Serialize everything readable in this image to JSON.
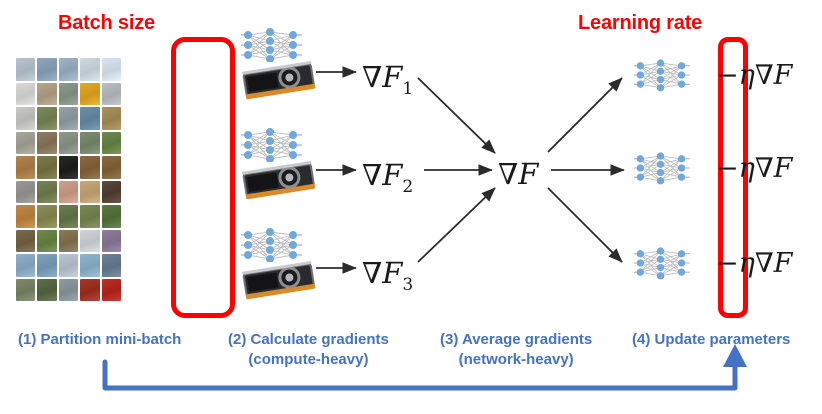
{
  "titles": {
    "batch_size": "Batch size",
    "learning_rate": "Learning rate",
    "color": "#FF0000"
  },
  "highlight_boxes": [
    {
      "name": "batch-size-box",
      "color": "#FF0000"
    },
    {
      "name": "learning-rate-box",
      "color": "#FF0000"
    }
  ],
  "dataset": {
    "name": "cifar10-image-grid",
    "rows": 10,
    "cols": 5,
    "swatches": [
      [
        "#b9c4cf",
        "#8fa7bd",
        "#9fb3c6",
        "#cfd9e2",
        "#d8e4ef"
      ],
      [
        "#d8d9d7",
        "#b6a48b",
        "#8d9a8e",
        "#e0a92b",
        "#b9bcc0"
      ],
      [
        "#c8c9c4",
        "#7c8a5e",
        "#97a2a6",
        "#6d8fa8",
        "#a9925f"
      ],
      [
        "#a9a69c",
        "#8e7d63",
        "#8f9a8d",
        "#7d8e74",
        "#6f8a4f"
      ],
      [
        "#b08553",
        "#7d7a4c",
        "#2b2b2a",
        "#8b6b46",
        "#8a6a42"
      ],
      [
        "#9c9a96",
        "#7a8358",
        "#d0a08e",
        "#c8a77a",
        "#5c4a3c"
      ],
      [
        "#c08a4a",
        "#8d8f5a",
        "#6a7e52",
        "#7c8a5a",
        "#5d7a46"
      ],
      [
        "#7c6a4e",
        "#6f8a4a",
        "#8b7a56",
        "#cdd3d6",
        "#8f7f9c"
      ],
      [
        "#8fb0c8",
        "#7fa2bd",
        "#b9c6cf",
        "#8fb4cc",
        "#6d8296"
      ],
      [
        "#7d8a6e",
        "#5f6f4e",
        "#8f9aa2",
        "#a33a2c",
        "#b8322a"
      ]
    ]
  },
  "workers": [
    {
      "name": "worker-1",
      "network_icon": "neural-network-icon",
      "device_icon": "gpu-icon",
      "gradient": "∇F",
      "gradient_subscript": "1"
    },
    {
      "name": "worker-2",
      "network_icon": "neural-network-icon",
      "device_icon": "gpu-icon",
      "gradient": "∇F",
      "gradient_subscript": "2"
    },
    {
      "name": "worker-3",
      "network_icon": "neural-network-icon",
      "device_icon": "gpu-icon",
      "gradient": "∇F",
      "gradient_subscript": "3"
    }
  ],
  "gradient_labels": {
    "nabla": "∇",
    "f": "F",
    "g1_sub": "1",
    "g2_sub": "2",
    "g3_sub": "3"
  },
  "average": {
    "name": "average-gradient",
    "nabla": "∇",
    "f": "F"
  },
  "updates": [
    {
      "name": "update-1",
      "minus": "−",
      "eta": "η",
      "nabla": "∇",
      "f": "F"
    },
    {
      "name": "update-2",
      "minus": "−",
      "eta": "η",
      "nabla": "∇",
      "f": "F"
    },
    {
      "name": "update-3",
      "minus": "−",
      "eta": "η",
      "nabla": "∇",
      "f": "F"
    }
  ],
  "captions": {
    "color": "#4472C4",
    "step1": "(1) Partition mini-batch",
    "step2_main": "(2) Calculate gradients",
    "step2_sub": "(compute-heavy)",
    "step3_main": "(3) Average gradients",
    "step3_sub": "(network-heavy)",
    "step4": "(4) Update parameters"
  },
  "feedback_loop": {
    "name": "feedback-arrow",
    "color": "#4472C4"
  },
  "arrow_color": "#2b2b2b",
  "node_color": "#6FA8DC"
}
